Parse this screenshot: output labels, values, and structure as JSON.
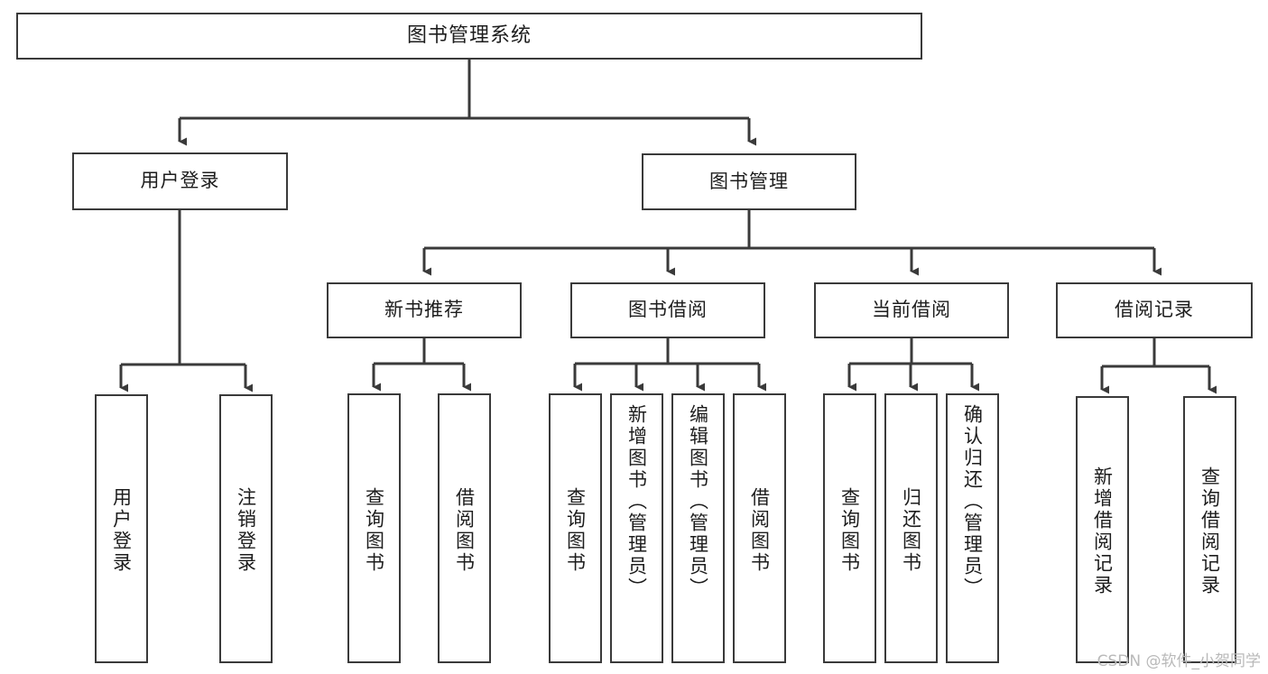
{
  "diagram": {
    "title": "图书管理系统",
    "type": "tree-hierarchy-diagram",
    "stroke_color": "#3a3a3a",
    "fill_color": "#ffffff",
    "text_color": "#1d1d1d",
    "nodes": {
      "root": {
        "label": "图书管理系统"
      },
      "level2": [
        {
          "label": "用户登录"
        },
        {
          "label": "图书管理"
        }
      ],
      "level3": [
        {
          "label": "新书推荐"
        },
        {
          "label": "图书借阅"
        },
        {
          "label": "当前借阅"
        },
        {
          "label": "借阅记录"
        }
      ],
      "leaves": [
        {
          "label": "用户登录",
          "parent": "用户登录"
        },
        {
          "label": "注销登录",
          "parent": "用户登录"
        },
        {
          "label": "查询图书",
          "parent": "新书推荐"
        },
        {
          "label": "借阅图书",
          "parent": "新书推荐"
        },
        {
          "label": "查询图书",
          "parent": "图书借阅"
        },
        {
          "label": "新增图书（管理员）",
          "parent": "图书借阅"
        },
        {
          "label": "编辑图书（管理员）",
          "parent": "图书借阅"
        },
        {
          "label": "借阅图书",
          "parent": "图书借阅"
        },
        {
          "label": "查询图书",
          "parent": "当前借阅"
        },
        {
          "label": "归还图书",
          "parent": "当前借阅"
        },
        {
          "label": "确认归还（管理员）",
          "parent": "当前借阅"
        },
        {
          "label": "新增借阅记录",
          "parent": "借阅记录"
        },
        {
          "label": "查询借阅记录",
          "parent": "借阅记录"
        }
      ]
    }
  },
  "watermark": {
    "text": "CSDN @软件_小贺同学"
  }
}
